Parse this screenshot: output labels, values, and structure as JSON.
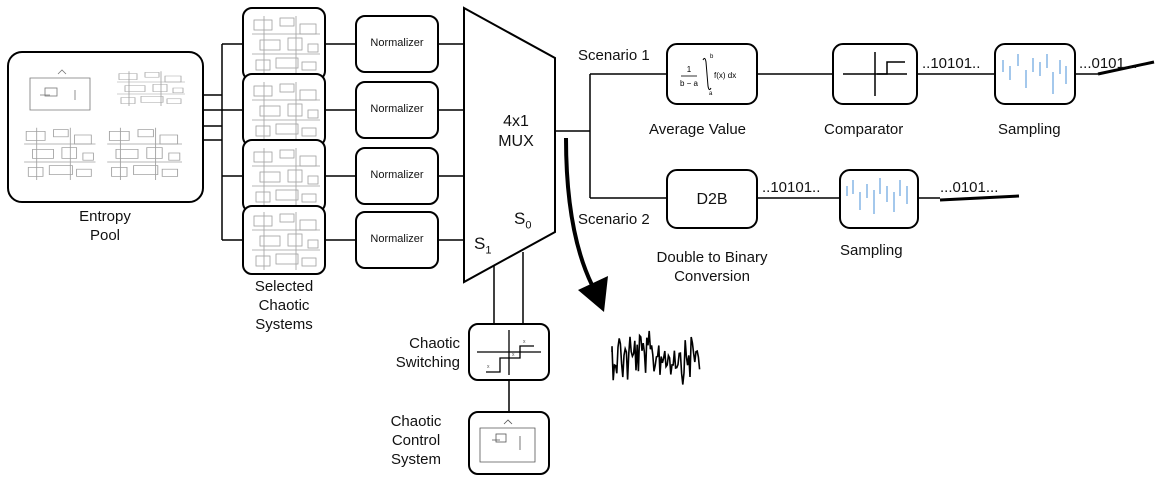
{
  "entropy_pool": {
    "line1": "Entropy",
    "line2": "Pool"
  },
  "selected": {
    "line1": "Selected",
    "line2": "Chaotic",
    "line3": "Systems"
  },
  "normalizers": [
    "Normalizer",
    "Normalizer",
    "Normalizer",
    "Normalizer"
  ],
  "mux": {
    "line1": "4x1",
    "line2": "MUX",
    "s1": "S",
    "s1_sub": "1",
    "s0": "S",
    "s0_sub": "0"
  },
  "scenario1": {
    "label": "Scenario 1",
    "formula_frac_num": "1",
    "formula_frac_den": "b − a",
    "formula_upper": "b",
    "formula_lower": "a",
    "formula_body": "f(x) dx",
    "average_label": "Average Value",
    "comparator_label": "Comparator",
    "bits_in": "..10101..",
    "sampling_label": "Sampling",
    "bits_out": "...0101..."
  },
  "scenario2": {
    "label": "Scenario 2",
    "d2b": "D2B",
    "conversion_line1": "Double to Binary",
    "conversion_line2": "Conversion",
    "bits_in": "..10101..",
    "sampling_label": "Sampling",
    "bits_out": "...0101..."
  },
  "switching": {
    "line1": "Chaotic",
    "line2": "Switching"
  },
  "control": {
    "line1": "Chaotic",
    "line2": "Control",
    "line3": "System"
  }
}
